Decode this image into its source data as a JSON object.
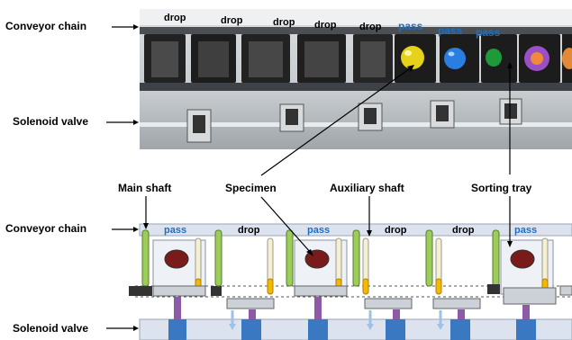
{
  "labels": {
    "conveyor_chain_top": "Conveyor chain",
    "solenoid_valve_top": "Solenoid valve",
    "main_shaft": "Main shaft",
    "specimen": "Specimen",
    "auxiliary_shaft": "Auxiliary shaft",
    "sorting_tray": "Sorting tray",
    "conveyor_chain_bottom": "Conveyor chain",
    "solenoid_valve_bottom": "Solenoid valve"
  },
  "photo_status": [
    "drop",
    "drop",
    "drop",
    "drop",
    "drop",
    "pass",
    "pass",
    "pass"
  ],
  "diagram_status": [
    "pass",
    "drop",
    "pass",
    "drop",
    "drop",
    "pass"
  ],
  "colors": {
    "pass_text": "#1f6fc0",
    "main_shaft": "#9ccc5a",
    "auxiliary_shaft": "#f5b800",
    "specimen": "#7a1b1b",
    "tray_fill": "#dde3ee",
    "valve_blue": "#3a78c2",
    "stem_purple": "#8d5aa8",
    "airflow_arrow": "#9cc3e6"
  },
  "photo_ball_colors": [
    "yellow",
    "blue",
    "green",
    "purple",
    "orange"
  ]
}
